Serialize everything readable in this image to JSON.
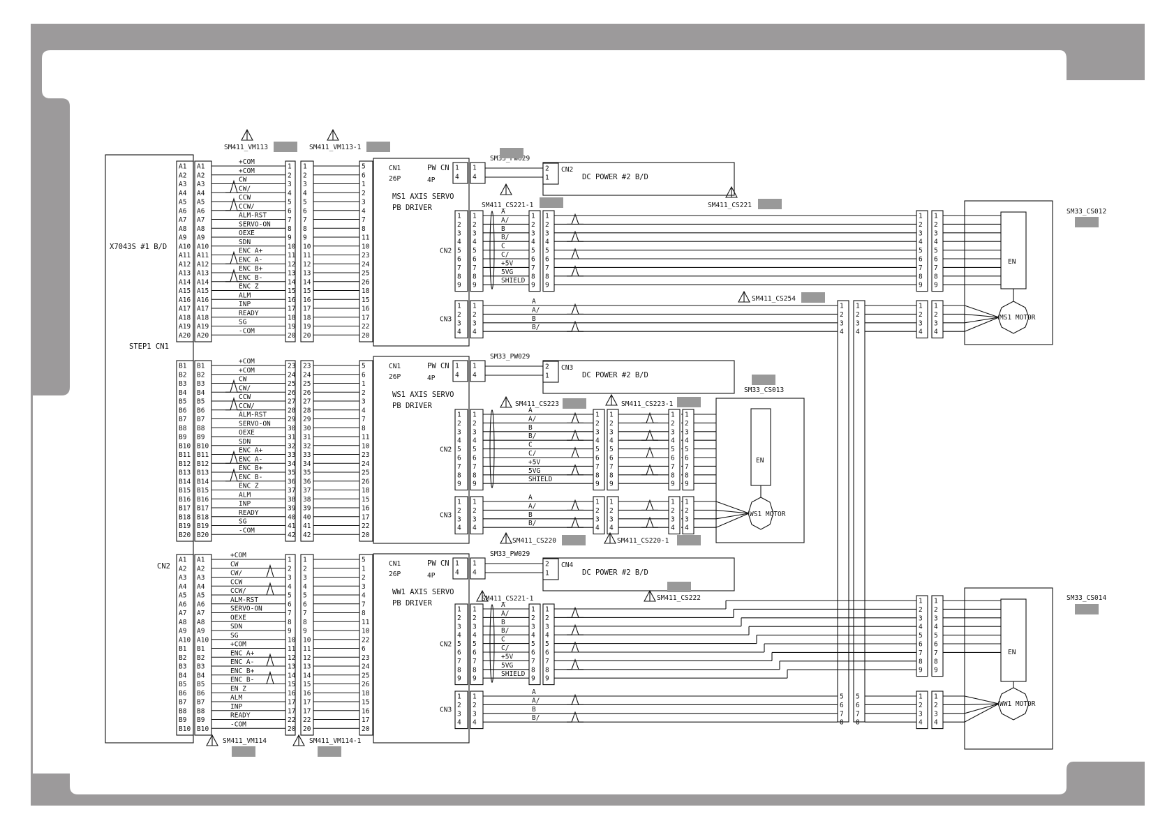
{
  "colors": {
    "frame": "#9c9a9b",
    "line": "#111111",
    "redaction": "#999999"
  },
  "main_board": {
    "label": "X7043S #1 B/D",
    "cn1_label": "STEP1 CN1",
    "cn2_label": "CN2"
  },
  "cables_left": [
    {
      "label": "SM411_VM113",
      "warning": true
    },
    {
      "label": "SM411_VM113-1",
      "warning": true
    },
    {
      "label": "SM411_VM114",
      "warning": true
    },
    {
      "label": "SM411_VM114-1",
      "warning": true
    }
  ],
  "groups": [
    {
      "id": "ms1",
      "pins_a": [
        "A1",
        "A2",
        "A3",
        "A4",
        "A5",
        "A6",
        "A7",
        "A8",
        "A9",
        "A10",
        "A11",
        "A12",
        "A13",
        "A14",
        "A15",
        "A16",
        "A17",
        "A18",
        "A19",
        "A20"
      ],
      "signals": [
        "+COM",
        "+COM",
        "CW",
        "CW/",
        "CCW",
        "CCW/",
        "ALM-RST",
        "SERVO-ON",
        "OEXE",
        "SDN",
        "ENC A+",
        "ENC A-",
        "ENC B+",
        "ENC B-",
        "ENC Z",
        "ALM",
        "INP",
        "READY",
        "SG",
        "-COM"
      ],
      "mid_pins": [
        "1",
        "2",
        "3",
        "4",
        "5",
        "6",
        "7",
        "8",
        "9",
        "10",
        "11",
        "12",
        "13",
        "14",
        "15",
        "16",
        "17",
        "18",
        "19",
        "20"
      ],
      "driver_pins": [
        "5",
        "6",
        "1",
        "2",
        "3",
        "4",
        "7",
        "8",
        "11",
        "10",
        "23",
        "24",
        "25",
        "26",
        "18",
        "15",
        "16",
        "17",
        "22",
        "20"
      ],
      "twisted": [
        2,
        4,
        10,
        12
      ],
      "driver": {
        "name": "MS1 AXIS SERVO",
        "sub": "PB DRIVER",
        "cn1": "CN1",
        "cn1_sub": "26P",
        "pw": "PW CN",
        "pw_sub": "4P"
      },
      "pw_pins": [
        "1",
        "4"
      ],
      "power": {
        "cable": "SM33_PW029",
        "cn": "CN2",
        "pins": [
          "2",
          "1"
        ],
        "label": "DC POWER #2 B/D"
      },
      "enc_cable": "SM411_CS221-1",
      "enc_signals": [
        "A",
        "A/",
        "B",
        "B/",
        "C",
        "C/",
        "+5V",
        "5VG",
        "SHIELD"
      ],
      "motor_cable": "SM411_CS254",
      "motor_signals": [
        "A",
        "A/",
        "B",
        "B/"
      ],
      "long_cable": "SM411_CS221",
      "motor": {
        "assembly": "SM33_CS012",
        "encoder": "EN",
        "name": "MS1 MOTOR"
      }
    },
    {
      "id": "ws1",
      "pins_a": [
        "B1",
        "B2",
        "B3",
        "B4",
        "B5",
        "B6",
        "B7",
        "B8",
        "B9",
        "B10",
        "B11",
        "B12",
        "B13",
        "B14",
        "B15",
        "B16",
        "B17",
        "B18",
        "B19",
        "B20"
      ],
      "signals": [
        "+COM",
        "+COM",
        "CW",
        "CW/",
        "CCW",
        "CCW/",
        "ALM-RST",
        "SERVO-ON",
        "OEXE",
        "SDN",
        "ENC A+",
        "ENC A-",
        "ENC B+",
        "ENC B-",
        "ENC Z",
        "ALM",
        "INP",
        "READY",
        "SG",
        "-COM"
      ],
      "mid_pins": [
        "23",
        "24",
        "25",
        "26",
        "27",
        "28",
        "29",
        "30",
        "31",
        "32",
        "33",
        "34",
        "35",
        "36",
        "37",
        "38",
        "39",
        "40",
        "41",
        "42"
      ],
      "driver_pins": [
        "5",
        "6",
        "1",
        "2",
        "3",
        "4",
        "7",
        "8",
        "11",
        "10",
        "23",
        "24",
        "25",
        "26",
        "18",
        "15",
        "16",
        "17",
        "22",
        "20"
      ],
      "twisted": [
        2,
        4,
        10,
        12
      ],
      "driver": {
        "name": "WS1 AXIS SERVO",
        "sub": "PB DRIVER",
        "cn1": "CN1",
        "cn1_sub": "26P",
        "pw": "PW CN",
        "pw_sub": "4P"
      },
      "pw_pins": [
        "1",
        "4"
      ],
      "power": {
        "cable": "SM33_PW029",
        "cn": "CN3",
        "pins": [
          "2",
          "1"
        ],
        "label": "DC POWER #2 B/D"
      },
      "enc_cable": "SM411_CS223",
      "enc_cable2": "SM411_CS223-1",
      "enc_signals": [
        "A",
        "A/",
        "B",
        "B/",
        "C",
        "C/",
        "+5V",
        "5VG",
        "SHIELD"
      ],
      "motor_cable": "SM411_CS220",
      "motor_cable2": "SM411_CS220-1",
      "motor_signals": [
        "A",
        "A/",
        "B",
        "B/"
      ],
      "motor": {
        "assembly": "SM33_CS013",
        "encoder": "EN",
        "name": "WS1 MOTOR"
      }
    },
    {
      "id": "ww1",
      "pins_a": [
        "A1",
        "A2",
        "A3",
        "A4",
        "A5",
        "A6",
        "A7",
        "A8",
        "A9",
        "A10",
        "B1",
        "B2",
        "B3",
        "B4",
        "B5",
        "B6",
        "B7",
        "B8",
        "B9",
        "B10"
      ],
      "signals": [
        "+COM",
        "CW",
        "CW/",
        "CCW",
        "CCW/",
        "ALM-RST",
        "SERVO-ON",
        "OEXE",
        "SDN",
        "SG",
        "+COM",
        "ENC A+",
        "ENC A-",
        "ENC B+",
        "ENC B-",
        "EN Z",
        "ALM",
        "INP",
        "READY",
        "-COM"
      ],
      "mid_pins": [
        "1",
        "2",
        "3",
        "4",
        "5",
        "6",
        "7",
        "8",
        "9",
        "10",
        "11",
        "12",
        "13",
        "14",
        "15",
        "16",
        "17",
        "17",
        "22",
        "20"
      ],
      "driver_pins": [
        "5",
        "1",
        "2",
        "3",
        "4",
        "7",
        "8",
        "11",
        "10",
        "22",
        "6",
        "23",
        "24",
        "25",
        "26",
        "18",
        "15",
        "16",
        "17",
        "20"
      ],
      "twisted": [
        1,
        3,
        11,
        13
      ],
      "driver": {
        "name": "WW1 AXIS SERVO",
        "sub": "PB DRIVER",
        "cn1": "CN1",
        "cn1_sub": "26P",
        "pw": "PW CN",
        "pw_sub": "4P"
      },
      "pw_pins": [
        "1",
        "4"
      ],
      "power": {
        "cable": "SM33_PW029",
        "cn": "CN4",
        "pins": [
          "2",
          "1"
        ],
        "label": "DC POWER #2 B/D"
      },
      "enc_cable": "SM411_CS221-1",
      "enc_signals": [
        "A",
        "A/",
        "B",
        "B/",
        "C",
        "C/",
        "+5V",
        "5VG",
        "SHIELD"
      ],
      "motor_signals": [
        "A",
        "A/",
        "B",
        "B/"
      ],
      "long_cable": "SM411_CS222",
      "motor": {
        "assembly": "SM33_CS014",
        "encoder": "EN",
        "name": "WW1 MOTOR"
      }
    }
  ],
  "connector_labels": {
    "cn2": "CN2",
    "cn3": "CN3"
  },
  "bus_pins_ms1": [
    "1",
    "2",
    "3",
    "4"
  ],
  "bus_pins_ww1": [
    "5",
    "6",
    "7",
    "8"
  ],
  "enc_pins": [
    "1",
    "2",
    "3",
    "4",
    "5",
    "6",
    "7",
    "8",
    "9"
  ],
  "motor_pins": [
    "1",
    "2",
    "3",
    "4"
  ]
}
